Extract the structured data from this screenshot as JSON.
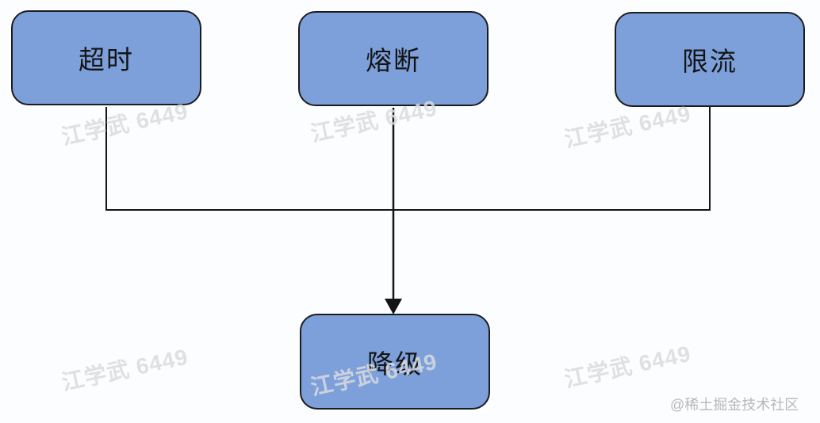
{
  "diagram": {
    "type": "flowchart",
    "description": "Three fault-handling triggers converge into one downstream action",
    "nodes": [
      {
        "id": "timeout",
        "label": "超时"
      },
      {
        "id": "fuse",
        "label": "熔断"
      },
      {
        "id": "limit",
        "label": "限流"
      },
      {
        "id": "degrade",
        "label": "降级"
      }
    ],
    "edges": [
      {
        "from": "timeout",
        "to": "degrade"
      },
      {
        "from": "fuse",
        "to": "degrade",
        "arrow": true
      },
      {
        "from": "limit",
        "to": "degrade"
      }
    ],
    "colors": {
      "node_fill": "#7da0db",
      "node_border": "#1c1c1c",
      "connector": "#141414",
      "background": "#fcfdfe"
    }
  },
  "watermarks": {
    "author_text": "江学武 6449",
    "community_text": "@稀土掘金技术社区"
  }
}
